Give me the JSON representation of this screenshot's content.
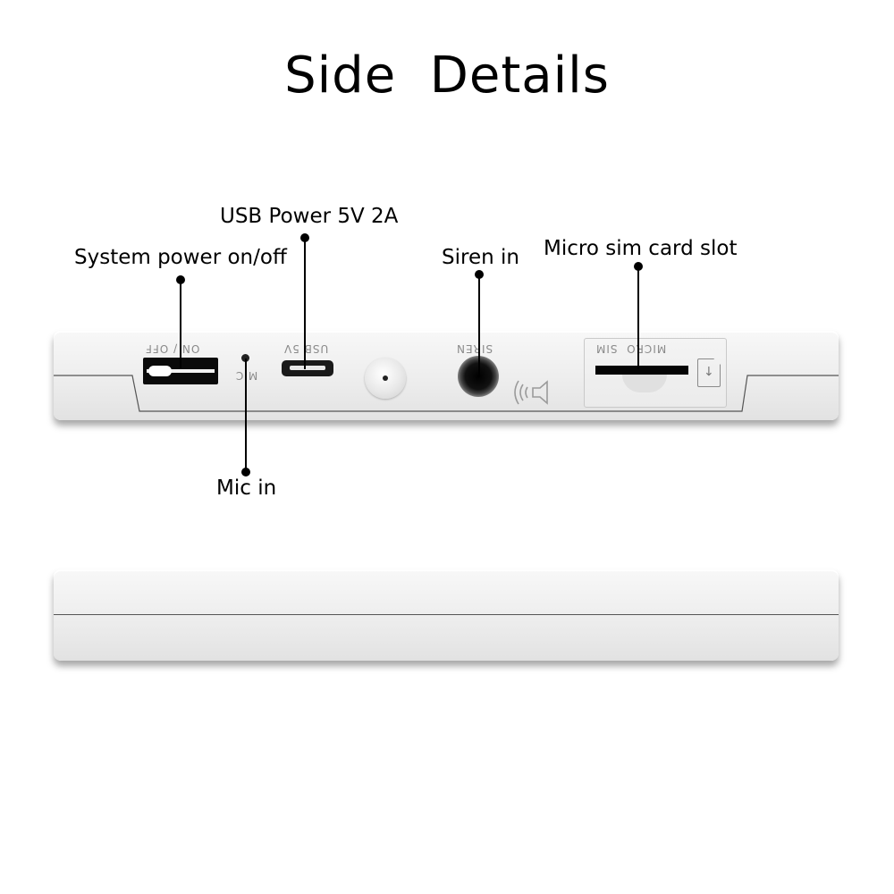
{
  "title": "Side  Details",
  "callouts": {
    "power_switch": "System power on/off",
    "usb": "USB Power 5V 2A",
    "siren": "Siren in",
    "sim": "Micro sim card slot",
    "mic": "Mic in"
  },
  "engravings": {
    "switch": "ON / OFF",
    "mic": "MIC",
    "usb": "USB 5V",
    "siren": "SIREN",
    "sim": "MICRO  SIM",
    "sim_arrow": "↑"
  },
  "icons": {
    "siren_sound": "speaker-sound-icon"
  }
}
